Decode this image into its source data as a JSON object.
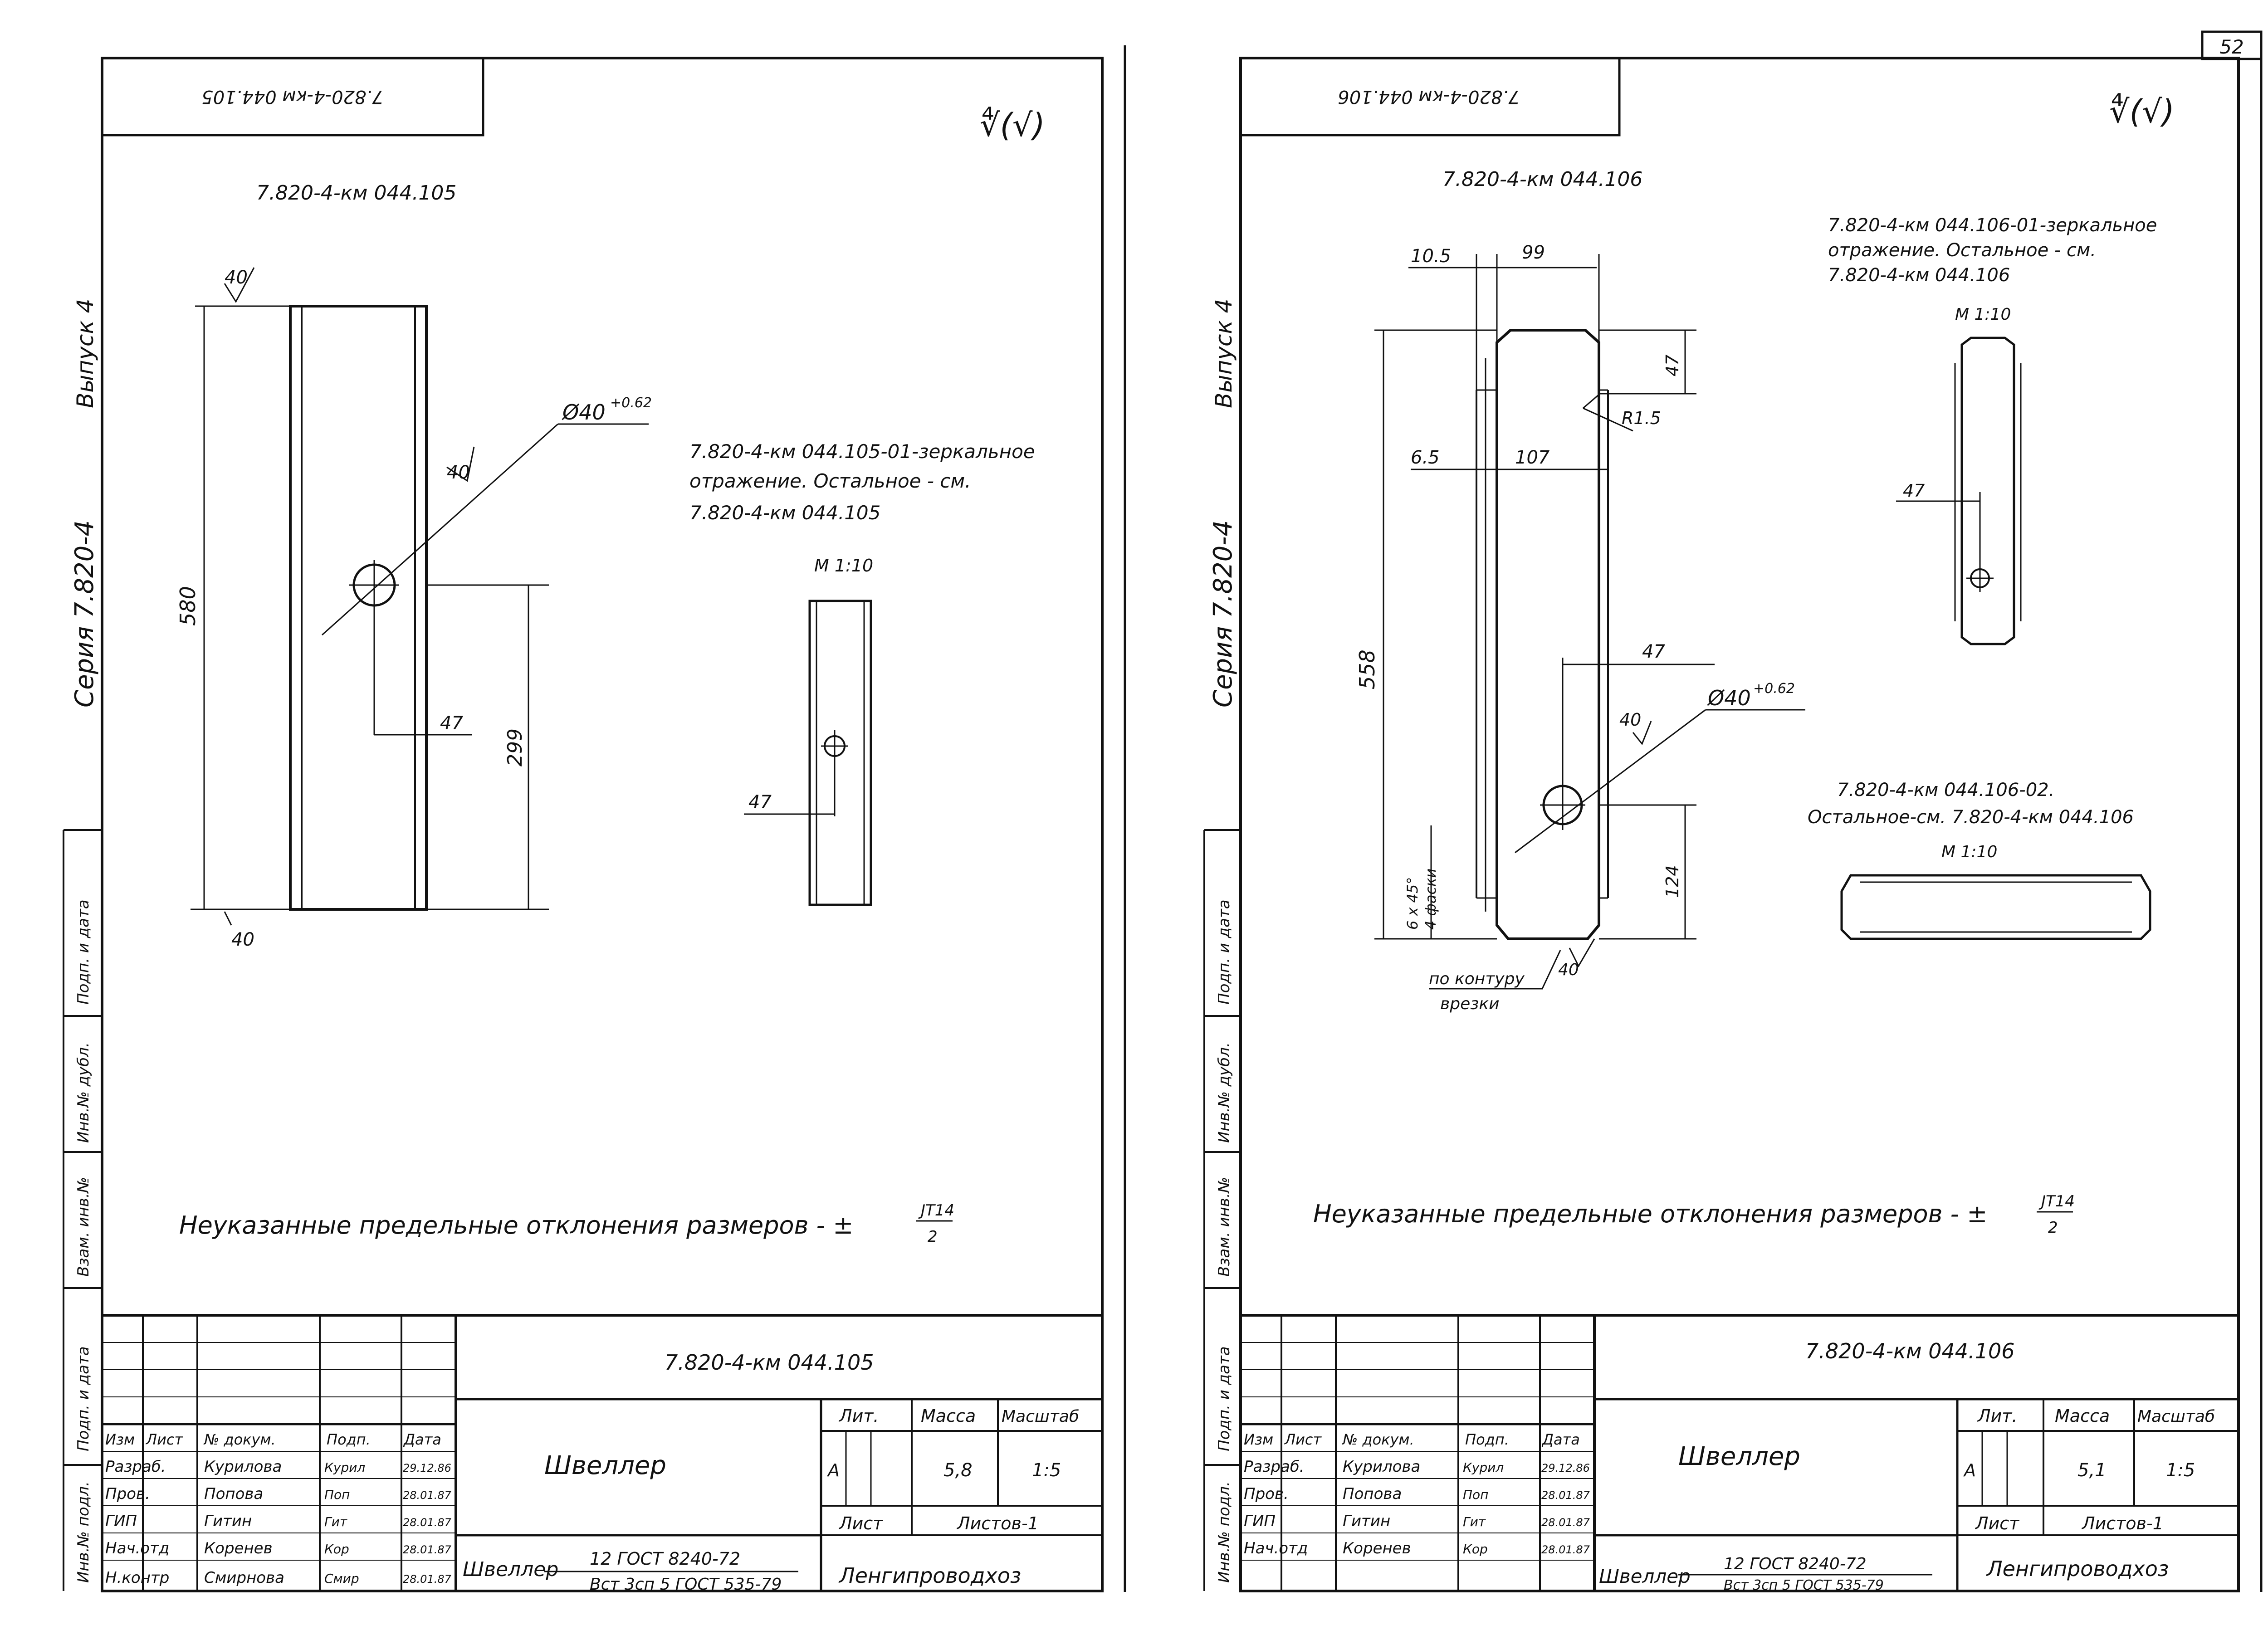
{
  "page_number": "52",
  "left_sheet": {
    "code_upside_down": "7.820-4-км 044.105",
    "roughness_mark": "∜(√)",
    "part_code": "7.820-4-км 044.105",
    "side_series": "Серия 7.820-4",
    "side_issue": "Выпуск 4",
    "dims": {
      "roughness_top": "40",
      "height": "580",
      "hole": "Ø40",
      "hole_tol": "+0.62",
      "roughness_hole": "40",
      "hole_offset": "47",
      "hole_height": "299",
      "roughness_bottom": "40"
    },
    "note_mirror": [
      "7.820-4-км 044.105-01-зеркальное",
      "отражение.  Остальное - см.",
      "7.820-4-км 044.105"
    ],
    "scale_label": "М 1:10",
    "small_dim": "47",
    "tolerance_note": "Неуказанные предельные отклонения размеров - ±",
    "tolerance_frac_top": "JT14",
    "tolerance_frac_bottom": "2",
    "title_block": {
      "doc_code": "7.820-4-км 044.105",
      "headers": [
        "Изм",
        "Лист",
        "№ докум.",
        "Подп.",
        "Дата"
      ],
      "rows": [
        [
          "Разраб.",
          "Курилова",
          "Курил",
          "29.12.86"
        ],
        [
          "Пров.",
          "Попова",
          "Поп",
          "28.01.87"
        ],
        [
          "ГИП",
          "Гитин",
          "Гит",
          "28.01.87"
        ],
        [
          "Нач.отд",
          "Коренев",
          "Кор",
          "28.01.87"
        ],
        [
          "Н.контр",
          "Смирнова",
          "Смир",
          "28.01.87"
        ]
      ],
      "product_name": "Швеллер",
      "lit_label": "Лит.",
      "mass_label": "Масса",
      "scale_col_label": "Масштаб",
      "lit_value": "А",
      "mass_value": "5,8",
      "scale_value": "1:5",
      "sheet_label": "Лист",
      "sheets_label": "Листов-1",
      "material_prefix": "Швеллер",
      "material_top": "12  ГОСТ 8240-72",
      "material_bottom": "Вст 3сп 5 ГОСТ 535-79",
      "org": "Ленгипроводхоз"
    },
    "side_stamp": [
      "Инв.№ подл.",
      "Подп. и дата",
      "Взам. инв.№",
      "Инв.№ дубл.",
      "Подп. и дата"
    ]
  },
  "right_sheet": {
    "code_upside_down": "7.820-4-км 044.106",
    "roughness_mark": "∜(√)",
    "part_code": "7.820-4-км 044.106",
    "side_series": "Серия 7.820-4",
    "side_issue": "Выпуск 4",
    "dims": {
      "w1": "10.5",
      "w2": "99",
      "top_h": "47",
      "radius": "R1.5",
      "w3": "6.5",
      "w4": "107",
      "height": "558",
      "hole_x": "47",
      "hole": "Ø40",
      "hole_tol": "+0.62",
      "roughness_hole": "40",
      "hole_height": "124",
      "chamfer": "6 x 45°",
      "chamfer2": "4 фаски",
      "roughness_bottom": "40",
      "contour": "по контуру",
      "contour2": "врезки"
    },
    "note_mirror": [
      "7.820-4-км 044.106-01-зеркальное",
      "отражение.  Остальное  - см.",
      "7.820-4-км 044.106"
    ],
    "scale_label_1": "М 1:10",
    "small_dim": "47",
    "note_02": [
      "7.820-4-км 044.106-02.",
      "Остальное-см.  7.820-4-км 044.106"
    ],
    "scale_label_2": "М 1:10",
    "tolerance_note": "Неуказанные предельные отклонения размеров - ±",
    "tolerance_frac_top": "JT14",
    "tolerance_frac_bottom": "2",
    "title_block": {
      "doc_code": "7.820-4-км 044.106",
      "headers": [
        "Изм",
        "Лист",
        "№ докум.",
        "Подп.",
        "Дата"
      ],
      "rows": [
        [
          "Разраб.",
          "Курилова",
          "Курил",
          "29.12.86"
        ],
        [
          "Пров.",
          "Попова",
          "Поп",
          "28.01.87"
        ],
        [
          "ГИП",
          "Гитин",
          "Гит",
          "28.01.87"
        ],
        [
          "Нач.отд",
          "Коренев",
          "Кор",
          "28.01.87"
        ]
      ],
      "product_name": "Швеллер",
      "lit_label": "Лит.",
      "mass_label": "Масса",
      "scale_col_label": "Масштаб",
      "lit_value": "А",
      "mass_value": "5,1",
      "scale_value": "1:5",
      "sheet_label": "Лист",
      "sheets_label": "Листов-1",
      "material_prefix": "Швеллер",
      "material_top": "12 ГОСТ 8240-72",
      "material_bottom": "Вст 3сп 5 ГОСТ 535-79",
      "org": "Ленгипроводхоз"
    },
    "side_stamp": [
      "Инв.№ подл.",
      "Подп. и дата",
      "Взам. инв.№",
      "Инв.№ дубл.",
      "Подп. и дата"
    ]
  }
}
